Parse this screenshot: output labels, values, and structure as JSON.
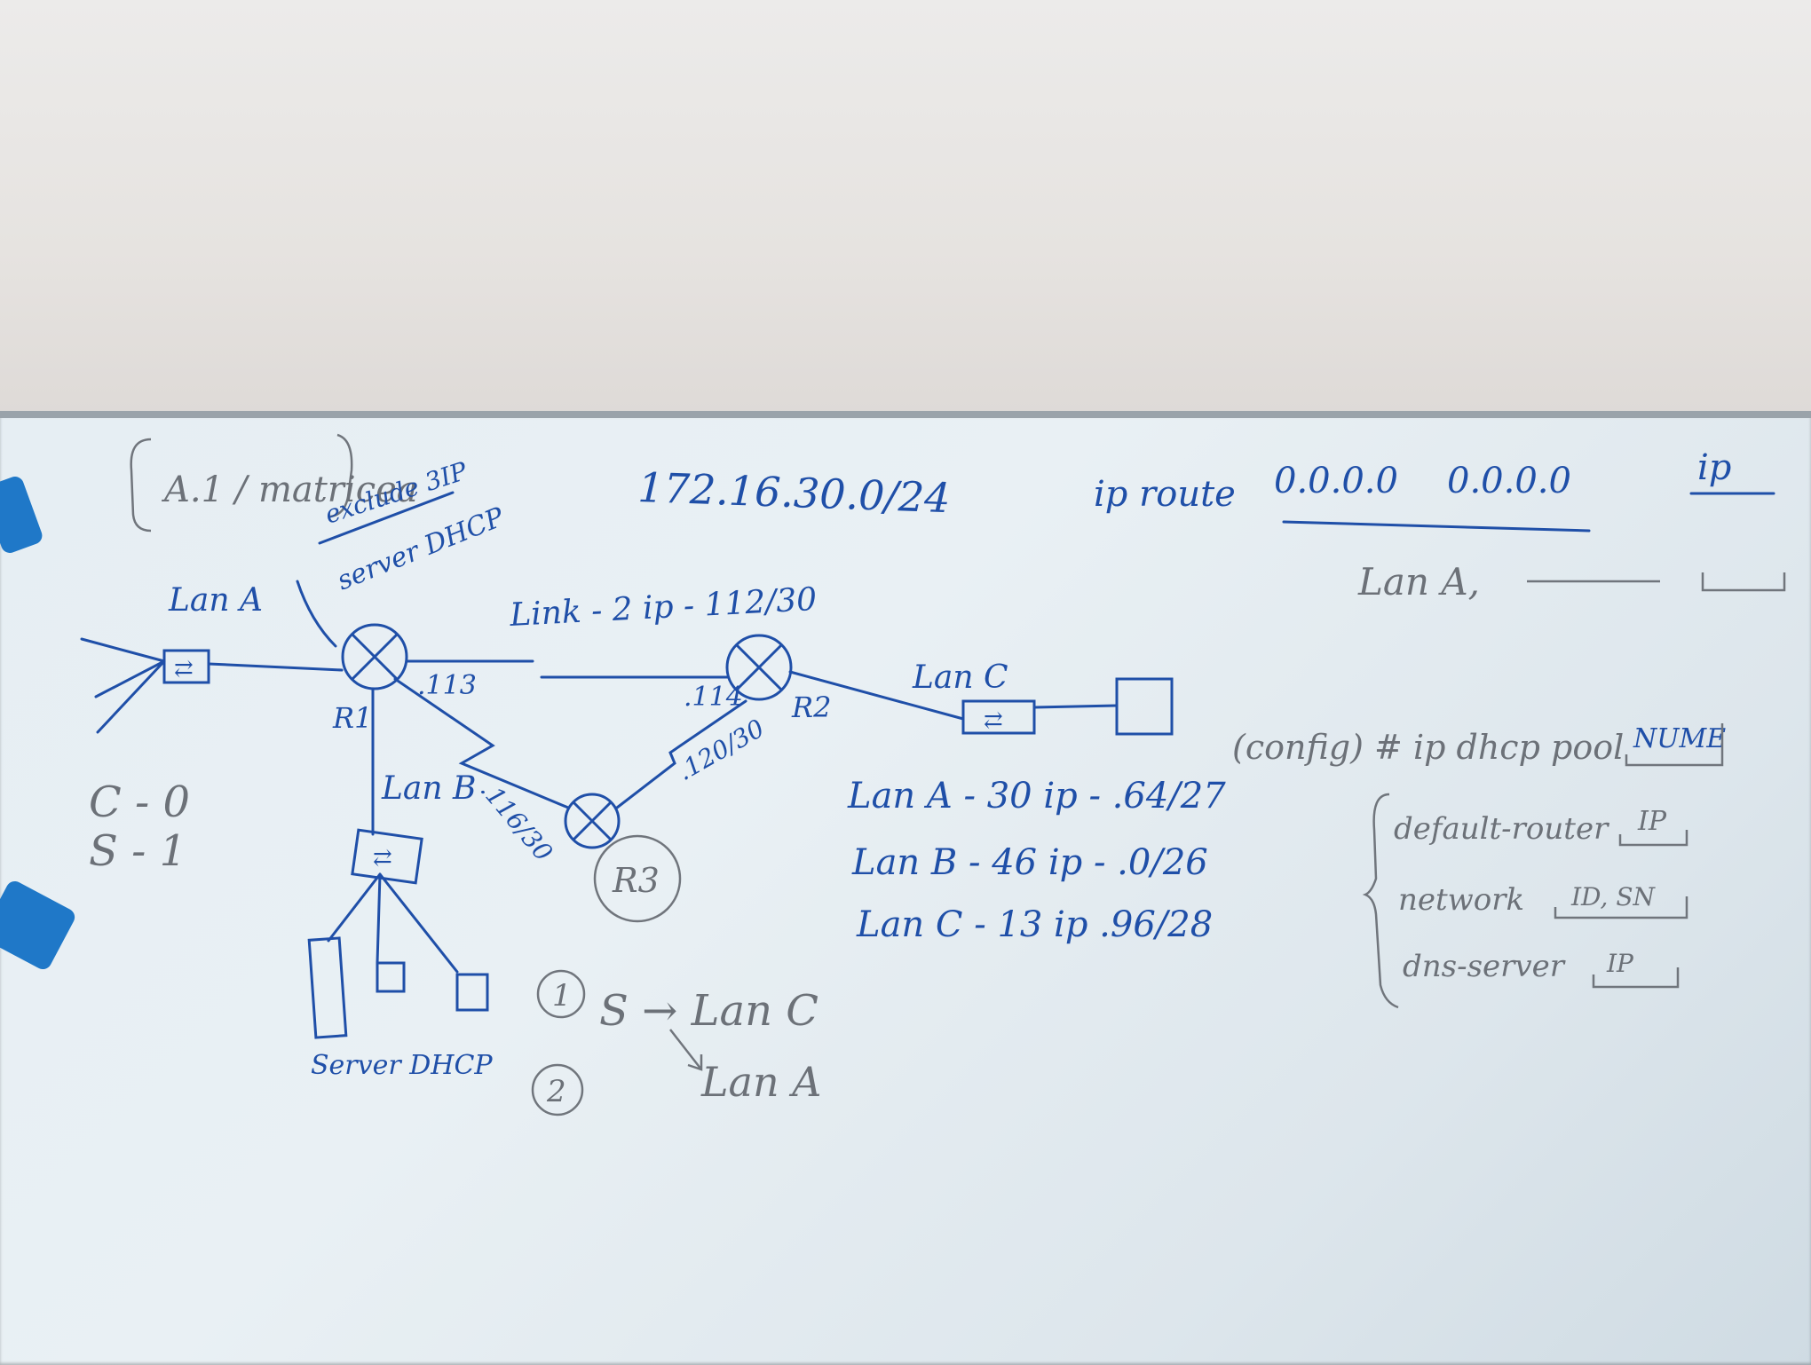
{
  "top_left_box": "A.1 / matricea",
  "exclude_note": "exclude 3IP",
  "server_dhcp_label": "server DHCP",
  "network_address": "172.16.30.0/24",
  "ip_route_cmd": "ip route",
  "ip_route_dest": "0.0.0.0",
  "ip_route_mask": "0.0.0.0",
  "ip_route_nexthop": "ip",
  "lan_a_route_note": "Lan A,",
  "router_labels": {
    "r1": "R1",
    "r2": "R2",
    "r3": "R3"
  },
  "lan_labels": {
    "a": "Lan A",
    "b": "Lan B",
    "c": "Lan C"
  },
  "link_label": "Link - 2 ip - 112/30",
  "ip_113": ".113",
  "ip_114": ".114",
  "ip_116": ".116/30",
  "ip_120": ".120/30",
  "co_line": "C - 0",
  "so_line": "S - 1",
  "lan_allocations": [
    "Lan A - 30 ip  - .64/27",
    "Lan B - 46 ip  - .0/26",
    "Lan C - 13 ip  .96/28"
  ],
  "server_bottom": "Server DHCP",
  "steps": {
    "s1_num": "1",
    "s1_text": "S → Lan C",
    "s2_num": "2",
    "s2_text": "Lan A"
  },
  "config_cmd": "(config) # ip dhcp pool",
  "config_name": "NUME",
  "config_lines": [
    {
      "cmd": "default-router",
      "arg": "IP"
    },
    {
      "cmd": "network",
      "arg": "ID, SN"
    },
    {
      "cmd": "dns-server",
      "arg": "IP"
    }
  ]
}
